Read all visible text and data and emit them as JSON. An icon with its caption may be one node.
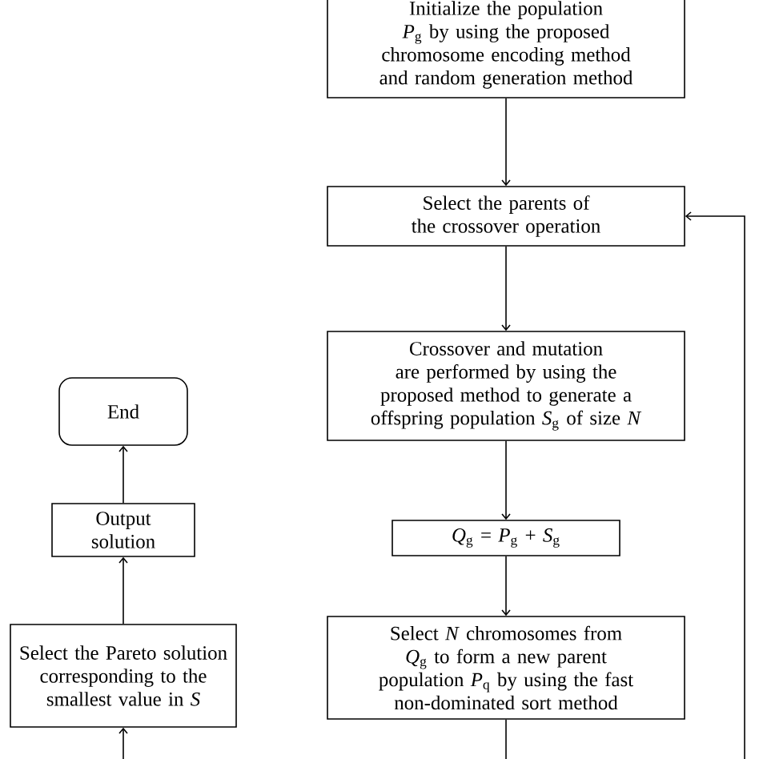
{
  "diagram": {
    "nodes": [
      {
        "text": [
          "Initialize the population *P*$_{g}$ by using the proposed chromosome encoding method and random generation method"
        ]
      },
      {
        "text": [
          "Select the parents of the crossover operation"
        ]
      },
      {
        "text": [
          "Crossover and mutation are performed by using the proposed method to generate a offspring population *S*$_{g}$ of size *N*"
        ]
      },
      {
        "text": [
          "*Q*$_{g}$ = *P*$_{g}$ + *S*$_{g}$"
        ]
      },
      {
        "text": [
          "Select *N* chromosomes from *Q*$_{g}$ to form a new parent population *P*$_{q}$ by using the fast non-dominated sort method"
        ]
      },
      {
        "text": [
          "End"
        ]
      },
      {
        "text": [
          "Output solution"
        ]
      },
      {
        "text": [
          "Select the Pareto solution corresponding to the smallest value in *S*"
        ]
      }
    ],
    "edges": [
      {
        "from": 0,
        "to": 1,
        "arrow": "to"
      },
      {
        "from": 1,
        "to": 2,
        "arrow": "to"
      },
      {
        "from": 2,
        "to": 3,
        "arrow": "to"
      },
      {
        "from": 3,
        "to": 4,
        "arrow": "to"
      },
      {
        "from": 4,
        "to": null,
        "arrow": "none"
      },
      {
        "from": null,
        "to": 1,
        "arrow": "to"
      },
      {
        "from": null,
        "to": 7,
        "arrow": "to"
      },
      {
        "from": 7,
        "to": 6,
        "arrow": "to"
      },
      {
        "from": 6,
        "to": 5,
        "arrow": "to"
      }
    ]
  }
}
